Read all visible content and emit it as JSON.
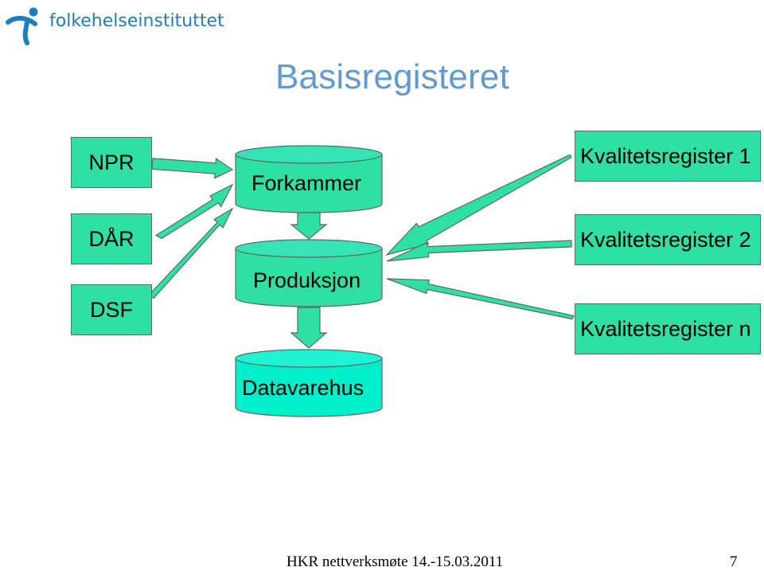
{
  "logo": {
    "text": "folkehelseinstituttet"
  },
  "slide": {
    "title": "Basisregisteret"
  },
  "sources": [
    "NPR",
    "DÅR",
    "DSF"
  ],
  "stores": [
    "Forkammer",
    "Produksjon",
    "Datavarehus"
  ],
  "registers": [
    "Kvalitetsregister 1",
    "Kvalitetsregister 2",
    "Kvalitetsregister n"
  ],
  "footer": {
    "text": "HKR nettverksmøte 14.-15.03.2011",
    "page": "7"
  },
  "colors": {
    "box_fill": "#2ee0a4",
    "cylinder_top": "#35e3b4",
    "datavarehus_fill": "#00f0cc",
    "title": "#5f9ad4",
    "logo": "#1e7cc0"
  }
}
